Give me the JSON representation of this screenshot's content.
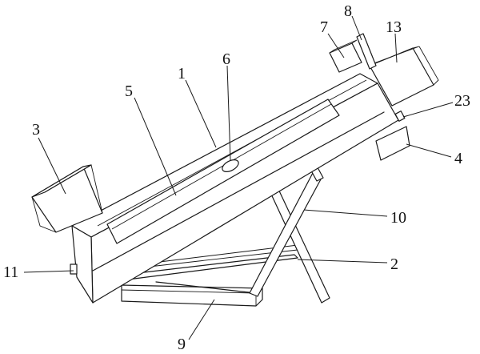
{
  "labels": {
    "l1": "1",
    "l2": "2",
    "l3": "3",
    "l4": "4",
    "l5": "5",
    "l6": "6",
    "l7": "7",
    "l8": "8",
    "l9": "9",
    "l10": "10",
    "l11": "11",
    "l13": "13",
    "l23": "23"
  }
}
